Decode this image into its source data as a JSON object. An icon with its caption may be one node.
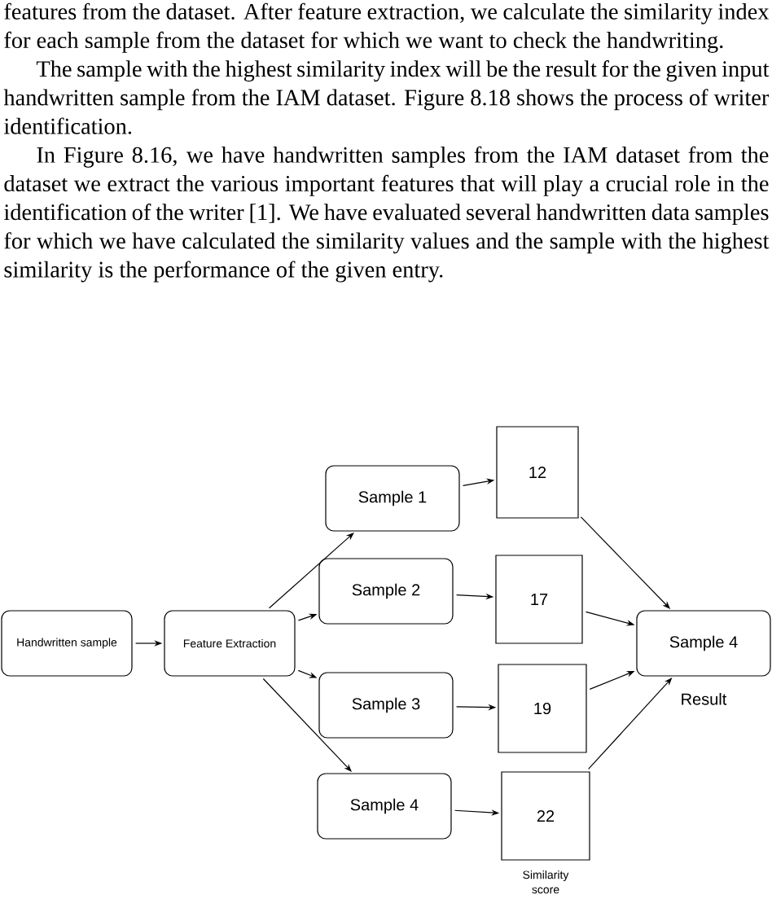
{
  "diagram": {
    "nodes": [
      {
        "text": [
          "Handwritten sample"
        ]
      },
      {
        "text": [
          "Feature Extraction"
        ]
      },
      {
        "text": [
          "Sample 1"
        ]
      },
      {
        "text": [
          "Sample 2"
        ]
      },
      {
        "text": [
          "Sample 3"
        ]
      },
      {
        "text": [
          "Sample 4"
        ]
      },
      {
        "text": [
          "12"
        ]
      },
      {
        "text": [
          "17"
        ]
      },
      {
        "text": [
          "19"
        ]
      },
      {
        "text": [
          "22"
        ],
        "beside": [
          "Similarity score"
        ]
      },
      {
        "text": [
          "Sample 4"
        ],
        "beside": [
          "Result"
        ]
      }
    ],
    "edges": [
      {
        "from": 0,
        "to": 1,
        "arrow": "to"
      },
      {
        "from": 1,
        "to": 2,
        "arrow": "to"
      },
      {
        "from": 1,
        "to": 3,
        "arrow": "to"
      },
      {
        "from": 1,
        "to": 4,
        "arrow": "to"
      },
      {
        "from": 1,
        "to": 5,
        "arrow": "to"
      },
      {
        "from": 2,
        "to": 6,
        "arrow": "to"
      },
      {
        "from": 3,
        "to": 7,
        "arrow": "to"
      },
      {
        "from": 4,
        "to": 8,
        "arrow": "to"
      },
      {
        "from": 5,
        "to": 9,
        "arrow": "to"
      },
      {
        "from": 6,
        "to": 10,
        "arrow": "to"
      },
      {
        "from": 7,
        "to": 10,
        "arrow": "to"
      },
      {
        "from": 8,
        "to": 10,
        "arrow": "to"
      },
      {
        "from": 9,
        "to": 10,
        "arrow": "to"
      }
    ],
    "labels": [
      "features from the dataset. After feature extraction, we calculate the similarity index for each sample from the dataset for which we want to check the handwriting.",
      "The sample with the highest similarity index will be the result for the given input handwritten sample from the IAM dataset. Figure 8.18 shows the process of writer identification.",
      "In Figure 8.16, we have handwritten samples from the IAM dataset from the dataset we extract the various important features that will play a crucial role in the identification of the writer [1]. We have evaluated several handwritten data samples for which we have calculated the similarity values and the sample with the highest similarity is the performance of the given entry."
    ]
  }
}
